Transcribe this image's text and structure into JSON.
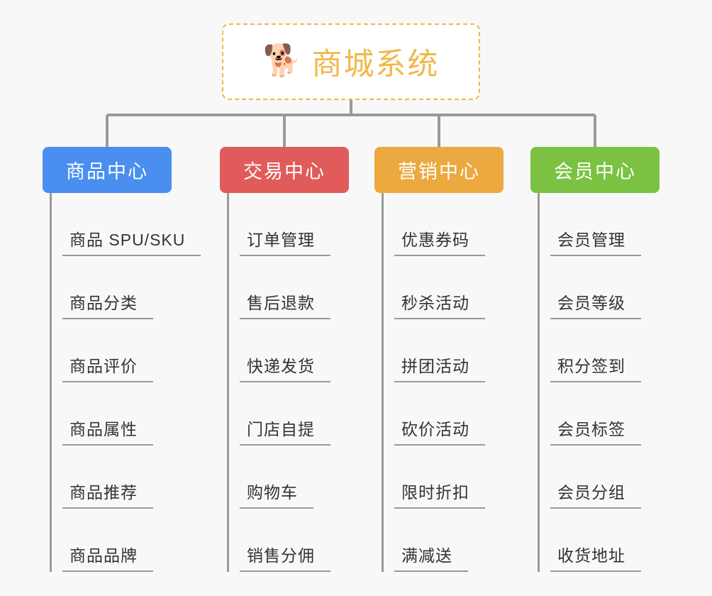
{
  "background_color": "#f8f8f8",
  "root": {
    "icon": "shiba-dog-face-emoji",
    "icon_glyph": "🐕",
    "title": "商城系统",
    "text_color": "#f0b84a",
    "border_color": "#f0b84a",
    "background": "#ffffff"
  },
  "connector_color": "#9a9a9a",
  "columns": [
    {
      "id": "product-center",
      "label": "商品中心",
      "color": "#4a8ef0",
      "items": [
        {
          "label": "商品 SPU/SKU"
        },
        {
          "label": "商品分类"
        },
        {
          "label": "商品评价"
        },
        {
          "label": "商品属性"
        },
        {
          "label": "商品推荐"
        },
        {
          "label": "商品品牌"
        }
      ]
    },
    {
      "id": "trade-center",
      "label": "交易中心",
      "color": "#e15b5b",
      "items": [
        {
          "label": "订单管理"
        },
        {
          "label": "售后退款"
        },
        {
          "label": "快递发货"
        },
        {
          "label": "门店自提"
        },
        {
          "label": "购物车"
        },
        {
          "label": "销售分佣"
        }
      ]
    },
    {
      "id": "marketing-center",
      "label": "营销中心",
      "color": "#eba93f",
      "items": [
        {
          "label": "优惠券码"
        },
        {
          "label": "秒杀活动"
        },
        {
          "label": "拼团活动"
        },
        {
          "label": "砍价活动"
        },
        {
          "label": "限时折扣"
        },
        {
          "label": "满减送"
        }
      ]
    },
    {
      "id": "member-center",
      "label": "会员中心",
      "color": "#7bc242",
      "items": [
        {
          "label": "会员管理"
        },
        {
          "label": "会员等级"
        },
        {
          "label": "积分签到"
        },
        {
          "label": "会员标签"
        },
        {
          "label": "会员分组"
        },
        {
          "label": "收货地址"
        }
      ]
    }
  ]
}
